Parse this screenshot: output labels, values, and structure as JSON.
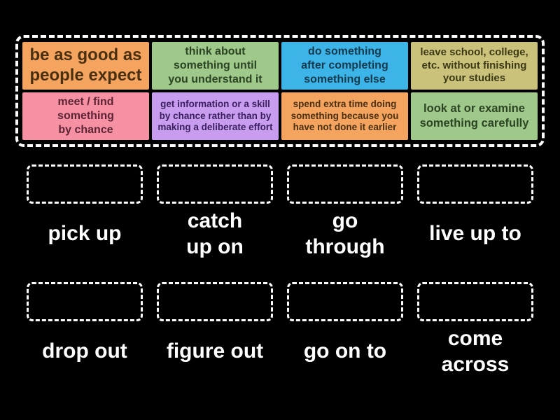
{
  "colors": {
    "background": "#000000",
    "pool_border": "#ffffff",
    "slot_border": "#ffffff",
    "label_text": "#ffffff"
  },
  "pool": {
    "cards": [
      {
        "text": "be as good as\npeople expect",
        "bg": "#f4a45f",
        "fg": "#4a3011"
      },
      {
        "text": "think about\nsomething until\nyou understand it",
        "bg": "#9fc98b",
        "fg": "#2c4423"
      },
      {
        "text": "do something\nafter completing\nsomething else",
        "bg": "#3cb4e8",
        "fg": "#173a4d"
      },
      {
        "text": "leave school, college,\netc. without finishing\nyour studies",
        "bg": "#cac27b",
        "fg": "#3c3a15"
      },
      {
        "text": "meet / find\nsomething\nby chance",
        "bg": "#f591a2",
        "fg": "#5e2335"
      },
      {
        "text": "get information or a skill\nby chance rather than by\nmaking a deliberate effort",
        "bg": "#c89df0",
        "fg": "#3a1f5d"
      },
      {
        "text": "spend extra time doing\nsomething because you\nhave not done it earlier",
        "bg": "#f4a45f",
        "fg": "#4a3011"
      },
      {
        "text": "look at or examine\nsomething carefully",
        "bg": "#9fc98b",
        "fg": "#2c4423"
      }
    ]
  },
  "rows": [
    {
      "items": [
        {
          "label": "pick up"
        },
        {
          "label": "catch\nup on"
        },
        {
          "label": "go\nthrough"
        },
        {
          "label": "live up to"
        }
      ]
    },
    {
      "items": [
        {
          "label": "drop out"
        },
        {
          "label": "figure out"
        },
        {
          "label": "go on to"
        },
        {
          "label": "come\nacross"
        }
      ]
    }
  ]
}
